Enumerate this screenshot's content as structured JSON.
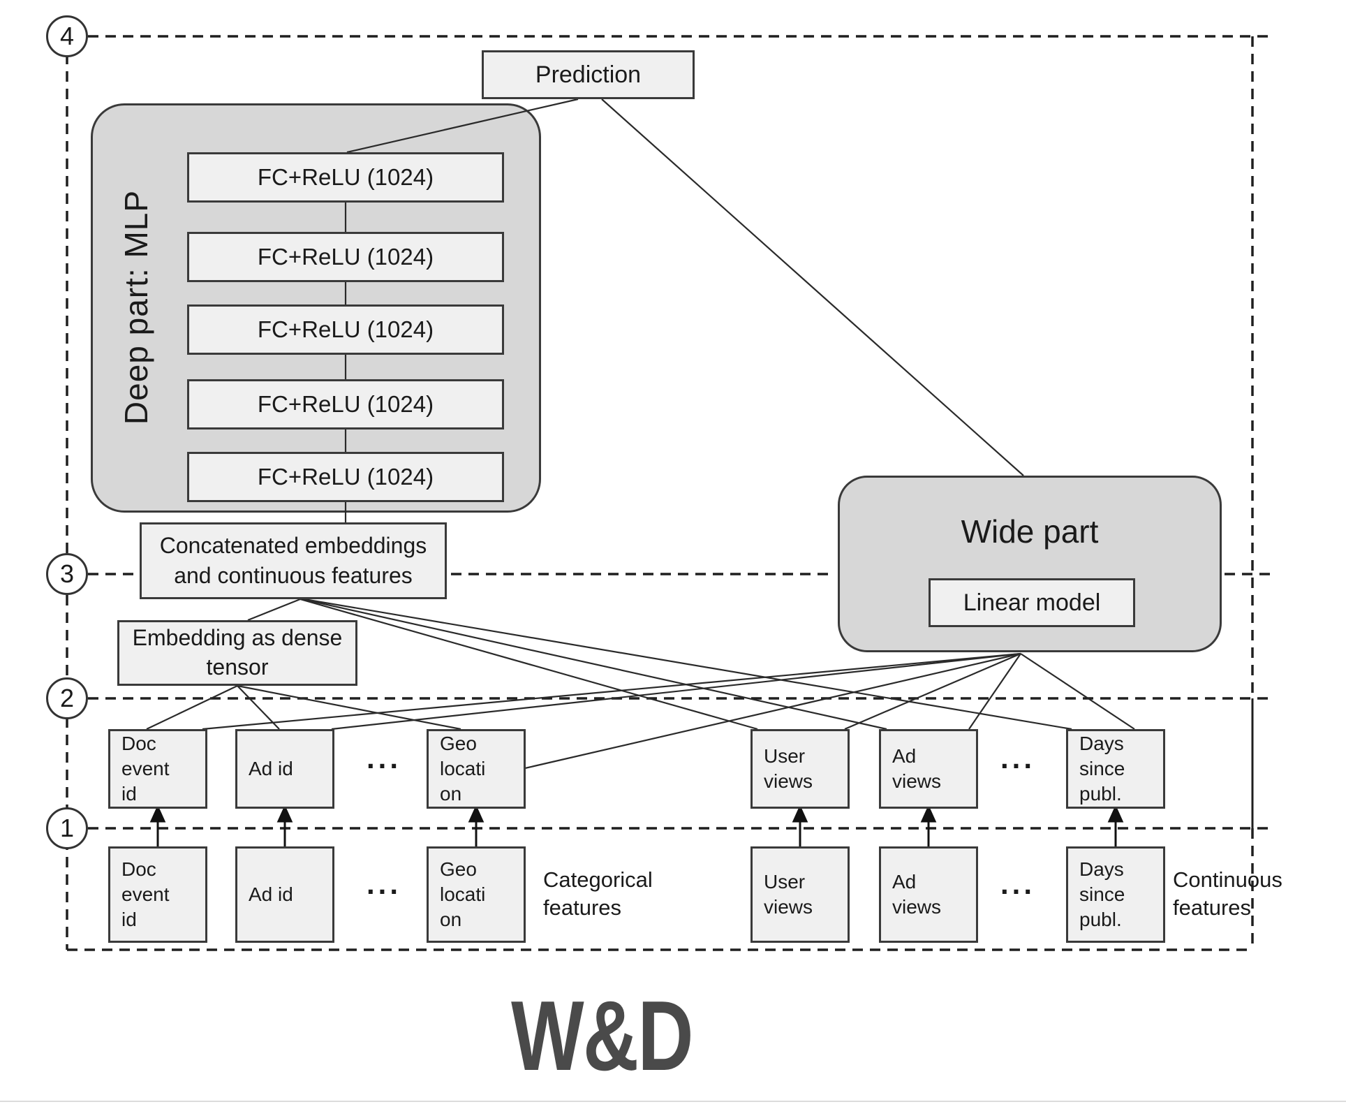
{
  "caption": "W&D",
  "colors": {
    "panel_fill": "#d7d7d7",
    "box_fill": "#f0f0f0",
    "line": "#2a2a2a",
    "dashed_border": "#1f1f1f",
    "caption_text": "#4a4a4a"
  },
  "level_markers": {
    "n4": "4",
    "n3": "3",
    "n2": "2",
    "n1": "1"
  },
  "prediction": {
    "label": "Prediction"
  },
  "deep_part": {
    "title": "Deep part: MLP",
    "layers": [
      "FC+ReLU (1024)",
      "FC+ReLU (1024)",
      "FC+ReLU (1024)",
      "FC+ReLU (1024)",
      "FC+ReLU (1024)"
    ]
  },
  "concat_box": {
    "label": "Concatenated embeddings and continuous features"
  },
  "embedding_box": {
    "label": "Embedding as dense tensor"
  },
  "wide_part": {
    "title": "Wide part",
    "linear_model_label": "Linear model"
  },
  "features": {
    "ellipsis": "...",
    "categorical_label": "Categorical features",
    "continuous_label": "Continuous features",
    "embedded_row": {
      "doc_event_id": "Doc event id",
      "ad_id": "Ad id",
      "geo_location": "Geo location",
      "user_views": "User views",
      "ad_views": "Ad views",
      "days_since_publ": "Days since publ."
    },
    "input_row": {
      "doc_event_id": "Doc event id",
      "ad_id": "Ad id",
      "geo_location": "Geo location",
      "user_views": "User views",
      "ad_views": "Ad views",
      "days_since_publ": "Days since publ."
    }
  }
}
